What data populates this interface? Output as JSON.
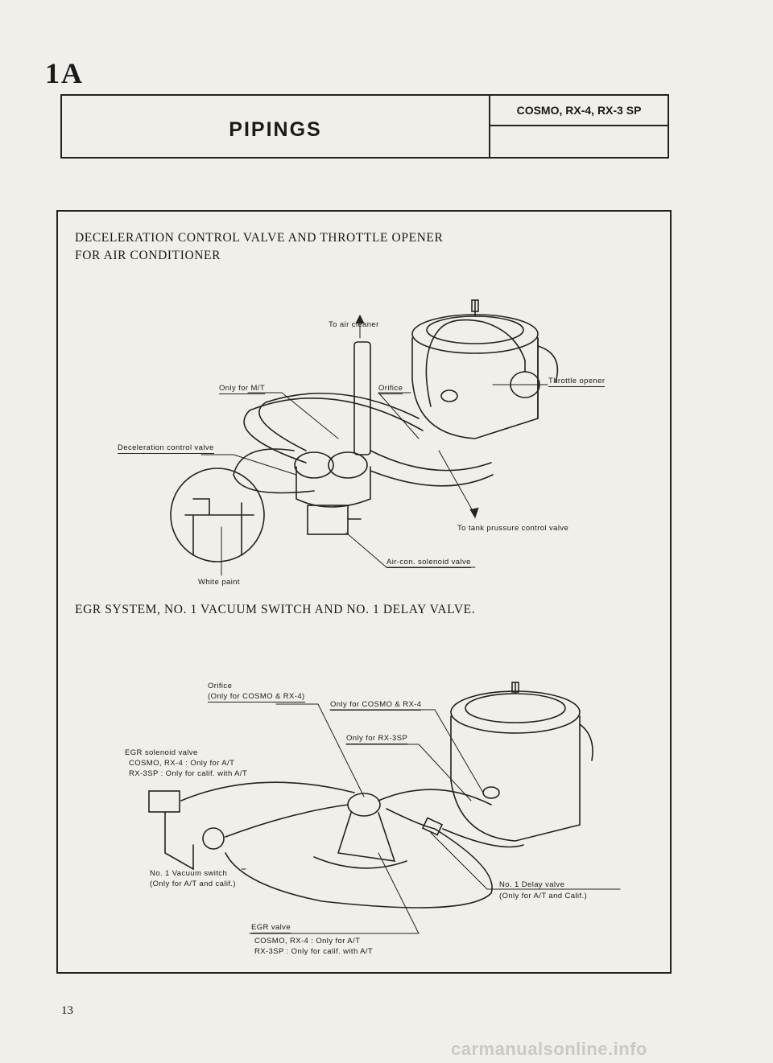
{
  "section_code": "1A",
  "header": {
    "title": "PIPINGS",
    "models": "COSMO, RX-4, RX-3 SP"
  },
  "section1": {
    "title_line1": "DECELERATION CONTROL VALVE AND THROTTLE OPENER",
    "title_line2": "FOR AIR CONDITIONER",
    "labels": {
      "to_air_cleaner": "To air cleaner",
      "only_mt": "Only for M/T",
      "orifice": "Orifice",
      "throttle_opener": "Throttle opener",
      "decel_valve": "Deceleration control valve",
      "to_tank": "To tank prussure control valve",
      "solenoid": "Air-con. solenoid valve",
      "white_paint": "White paint"
    }
  },
  "section2": {
    "title": "EGR SYSTEM, NO. 1 VACUUM SWITCH AND NO. 1 DELAY VALVE.",
    "labels": {
      "orifice": "Orifice",
      "orifice_note": "(Only for COSMO & RX-4)",
      "only_cosmo_rx4": "Only for COSMO & RX-4",
      "only_rx3sp": "Only for RX-3SP",
      "egr_solenoid": "EGR solenoid valve",
      "egr_solenoid_note1": "COSMO, RX-4 : Only for A/T",
      "egr_solenoid_note2": "RX-3SP : Only for calif. with A/T",
      "vacuum_switch": "No. 1 Vacuum switch",
      "vacuum_switch_note": "(Only for A/T and calif.)",
      "delay_valve": "No. 1 Delay valve",
      "delay_valve_note": "(Only for A/T and Calif.)",
      "egr_valve": "EGR valve",
      "egr_valve_note1": "COSMO, RX-4 : Only for A/T",
      "egr_valve_note2": "RX-3SP : Only for calif. with A/T"
    }
  },
  "page_number": "13",
  "footer_watermark": "carmanualsonline.info"
}
